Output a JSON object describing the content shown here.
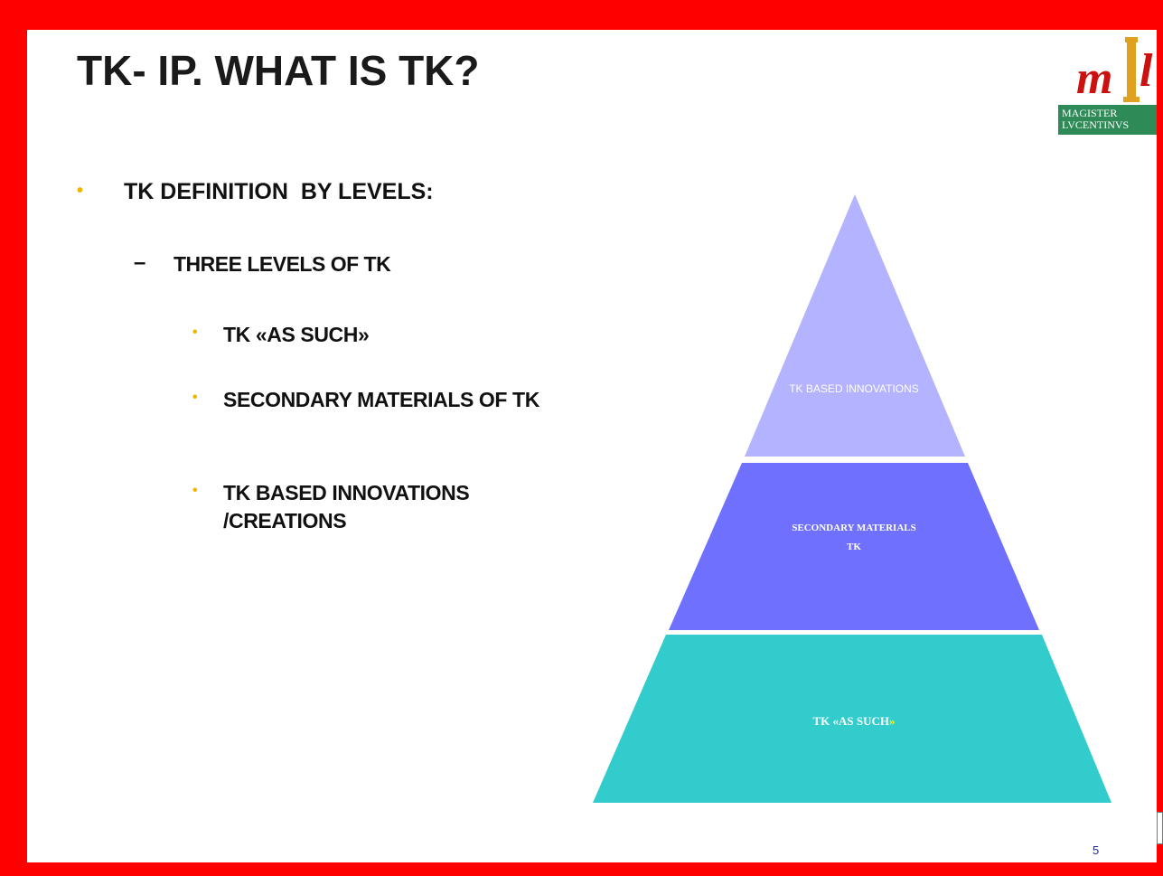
{
  "slide": {
    "title": "TK- IP. WHAT IS TK?",
    "page_number": "5"
  },
  "logo": {
    "letters": "m",
    "letter_l": "l",
    "line1": "MAGISTER",
    "line2": "LVCENTINVS",
    "colors": {
      "red": "#cc1111",
      "gold": "#e0a020",
      "green": "#2e8b57"
    }
  },
  "content": {
    "level1": "TK DEFINITION  BY LEVELS:",
    "level2": "THREE LEVELS OF TK",
    "dash": "–",
    "bullet": "•",
    "items": [
      "TK «AS SUCH»",
      "SECONDARY MATERIALS OF TK",
      "TK BASED INNOVATIONS /CREATIONS"
    ]
  },
  "pyramid": {
    "top_label": "TK BASED INNOVATIONS",
    "middle_label_line1": "SECONDARY MATERIALS",
    "middle_label_line2": "TK",
    "bottom_label": "TK «AS SUCH",
    "bottom_label_end": "»",
    "colors": {
      "top": "#b3b3ff",
      "middle": "#7070ff",
      "bottom": "#33cccc",
      "accent": "#ffff00"
    }
  }
}
